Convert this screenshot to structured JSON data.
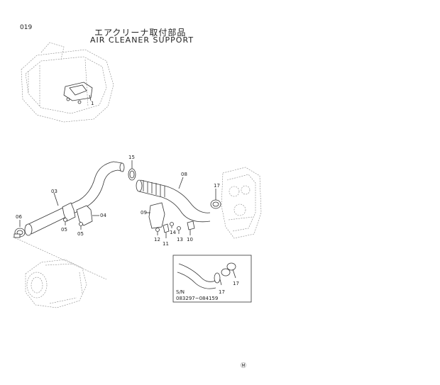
{
  "page_number": "019",
  "title_jp": "エアクリーナ取付部品",
  "title_en": "AIR CLEANER SUPPORT",
  "callouts": {
    "machine_ref": "1",
    "p03": "03",
    "p04": "04",
    "p05a": "05",
    "p05b": "05",
    "p06": "06",
    "p08": "08",
    "p09": "09",
    "p10": "10",
    "p11": "11",
    "p12": "12",
    "p13": "13",
    "p14": "14",
    "p15": "15",
    "p17a": "17",
    "p17b": "17",
    "p17c": "17"
  },
  "inset": {
    "serial_label": "S/N",
    "serial_range": "083297~084159"
  },
  "mark": "Ⓜ"
}
